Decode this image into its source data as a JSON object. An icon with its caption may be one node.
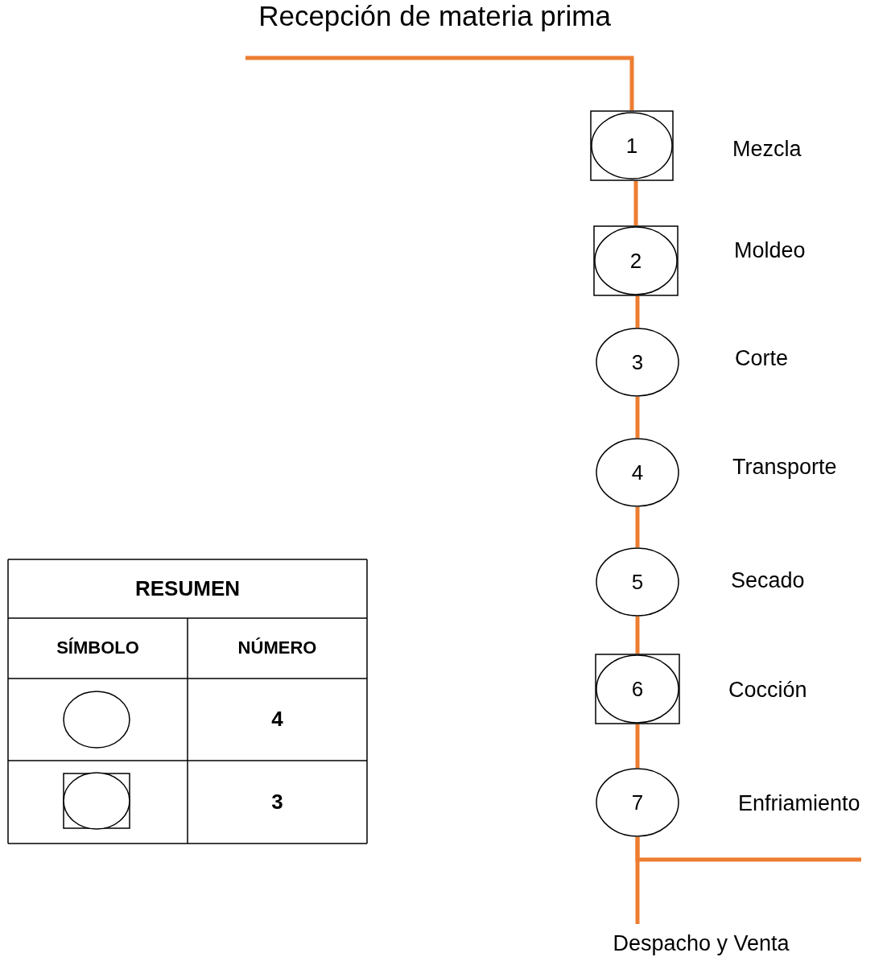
{
  "diagram": {
    "nodes": [
      {
        "text": [
          "Recepción de materia prima"
        ]
      },
      {
        "text": [
          "1"
        ],
        "beside": [
          "Mezcla"
        ]
      },
      {
        "text": [
          "2"
        ],
        "beside": [
          "Moldeo"
        ]
      },
      {
        "text": [
          "3"
        ],
        "beside": [
          "Corte"
        ]
      },
      {
        "text": [
          "4"
        ],
        "beside": [
          "Transporte"
        ]
      },
      {
        "text": [
          "5"
        ],
        "beside": [
          "Secado"
        ]
      },
      {
        "text": [
          "6"
        ],
        "beside": [
          "Cocción"
        ]
      },
      {
        "text": [
          "7"
        ],
        "beside": [
          "Enfriamiento"
        ]
      },
      {
        "text": [
          "Despacho y Venta"
        ]
      }
    ],
    "edges": [
      {
        "from": 0,
        "to": 1,
        "arrow": "none"
      },
      {
        "from": 1,
        "to": 2,
        "arrow": "none"
      },
      {
        "from": 2,
        "to": 3,
        "arrow": "none"
      },
      {
        "from": 3,
        "to": 4,
        "arrow": "none"
      },
      {
        "from": 4,
        "to": 5,
        "arrow": "none"
      },
      {
        "from": 5,
        "to": 6,
        "arrow": "none"
      },
      {
        "from": 6,
        "to": 7,
        "arrow": "none"
      },
      {
        "from": 7,
        "to": 8,
        "arrow": "none"
      },
      {
        "from": 7,
        "to": null,
        "arrow": "none"
      }
    ],
    "labels": [
      "RESUMEN",
      "SÍMBOLO",
      "NÚMERO",
      "4",
      "3"
    ]
  }
}
